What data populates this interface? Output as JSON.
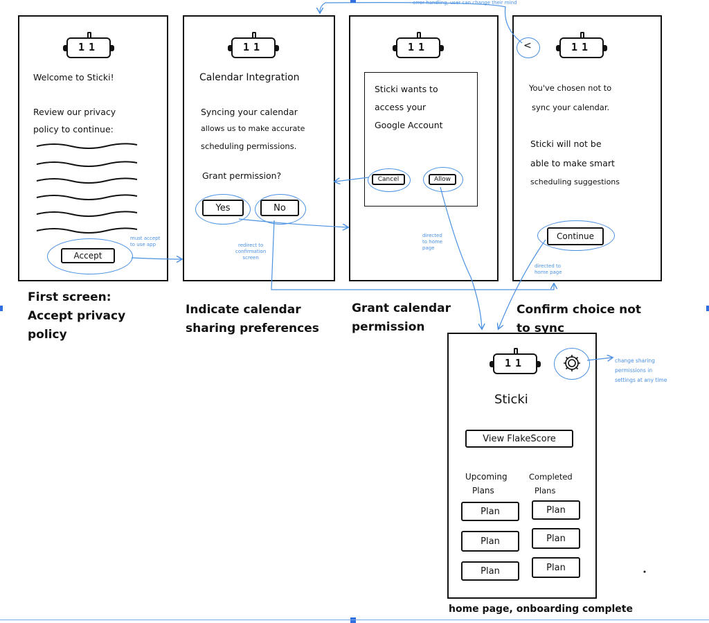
{
  "screens": {
    "s1": {
      "welcome": "Welcome to Sticki!",
      "review_line1": "Review our privacy",
      "review_line2": "policy to continue:",
      "accept": "Accept",
      "note": [
        "must accept",
        "to use app"
      ],
      "caption": [
        "First screen:",
        "Accept privacy",
        "policy"
      ]
    },
    "s2": {
      "title": "Calendar Integration",
      "body": [
        "Syncing your calendar",
        "allows us to make accurate",
        "scheduling permissions."
      ],
      "grant": "Grant permission?",
      "yes": "Yes",
      "no": "No",
      "note": [
        "redirect to",
        "confirmation",
        "screen"
      ],
      "caption": [
        "Indicate calendar",
        "sharing preferences"
      ]
    },
    "s3": {
      "dialog": [
        "Sticki wants to",
        "access your",
        "Google Account"
      ],
      "cancel": "Cancel",
      "allow": "Allow",
      "note": [
        "directed",
        "to home",
        "page"
      ],
      "caption": [
        "Grant calendar",
        "permission"
      ]
    },
    "s4": {
      "back": "<",
      "line1": [
        "You've chosen not to",
        "sync your calendar."
      ],
      "line2": [
        "Sticki will not be",
        "able to make smart",
        "scheduling suggestions"
      ],
      "continue": "Continue",
      "note": [
        "directed to",
        "home page"
      ],
      "top_note": "error handling, user can change their mind",
      "caption": [
        "Confirm choice not",
        "to sync"
      ]
    },
    "s5": {
      "app_name": "Sticki",
      "flake": "View FlakeScore",
      "upcoming": [
        "Upcoming",
        "Plans"
      ],
      "completed": [
        "Completed",
        "Plans"
      ],
      "plan": "Plan",
      "settings_note": [
        "change sharing",
        "permissions in",
        "settings at any time"
      ],
      "caption": "home page, onboarding complete"
    }
  },
  "colors": {
    "ink": "#111111",
    "annotation": "#4a90e2",
    "handle": "#2f6fe0"
  },
  "icons": [
    "robot-logo-icon",
    "gear-icon",
    "back-arrow-icon"
  ]
}
